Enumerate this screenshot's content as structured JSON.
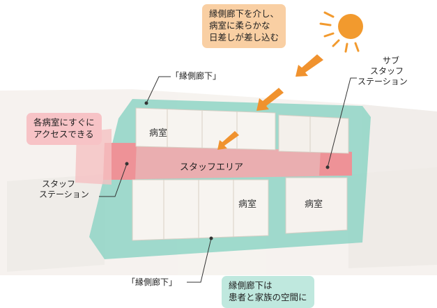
{
  "callouts": {
    "sunlight": [
      "縁側廊下を介し、",
      "病室に柔らかな",
      "日差しが差し込む"
    ],
    "access": [
      "各病室にすぐに",
      "アクセスできる"
    ],
    "family": [
      "縁側廊下は",
      "患者と家族の空間に"
    ]
  },
  "labels": {
    "engawa_top": "「縁側廊下」",
    "engawa_bottom": "「縁側廊下」",
    "sub_staff": [
      "サブ",
      "スタッフ",
      "ステーション"
    ],
    "staff_station": [
      "スタッフ",
      "ステーション"
    ],
    "staff_area": "スタッフエリア",
    "room1": "病室",
    "room2": "病室",
    "room3": "病室"
  },
  "colors": {
    "engawa_teal": "#8fd5c6",
    "staff_pink": "#f2a9ad",
    "callout_orange": "#f9cfa3",
    "callout_pink": "#f7c3c6",
    "callout_teal": "#bfe8de",
    "arrow_orange": "#f0922e",
    "sun": "#f29a2e"
  },
  "icons": [
    "sun-icon",
    "sunlight-arrow-icon"
  ]
}
